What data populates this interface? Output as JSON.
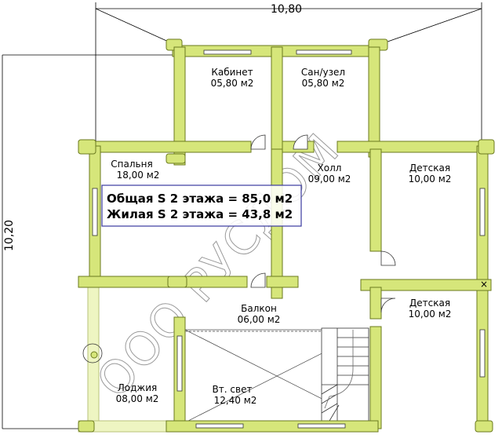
{
  "dimensions": {
    "width": "10,80",
    "height": "10,20"
  },
  "rooms": {
    "kabinet": {
      "name": "Кабинет",
      "area": "05,80 м2"
    },
    "sanuzel": {
      "name": "Сан/узел",
      "area": "05,80 м2"
    },
    "spalnya": {
      "name": "Спальня",
      "area": "18,00 м2"
    },
    "holl": {
      "name": "Холл",
      "area": "09,00 м2"
    },
    "detskaya1": {
      "name": "Детская",
      "area": "10,00 м2"
    },
    "detskaya2": {
      "name": "Детская",
      "area": "10,00 м2"
    },
    "balkon": {
      "name": "Балкон",
      "area": "06,00 м2"
    },
    "lodzhiya": {
      "name": "Лоджия",
      "area": "08,00 м2"
    },
    "vtsvet": {
      "name": "Вт. свет",
      "area": "12,40 м2"
    }
  },
  "summary": {
    "total": "Общая S 2 этажа = 85,0 м2",
    "living": "Жилая S 2 этажа = 43,8 м2"
  },
  "watermark": "ООО РУСДОМ",
  "colors": {
    "wall": "#d6e67a",
    "wall_stroke": "#6b7a1e",
    "loggia_wall": "#eef5c2",
    "summary_border": "#3a3aa0"
  }
}
